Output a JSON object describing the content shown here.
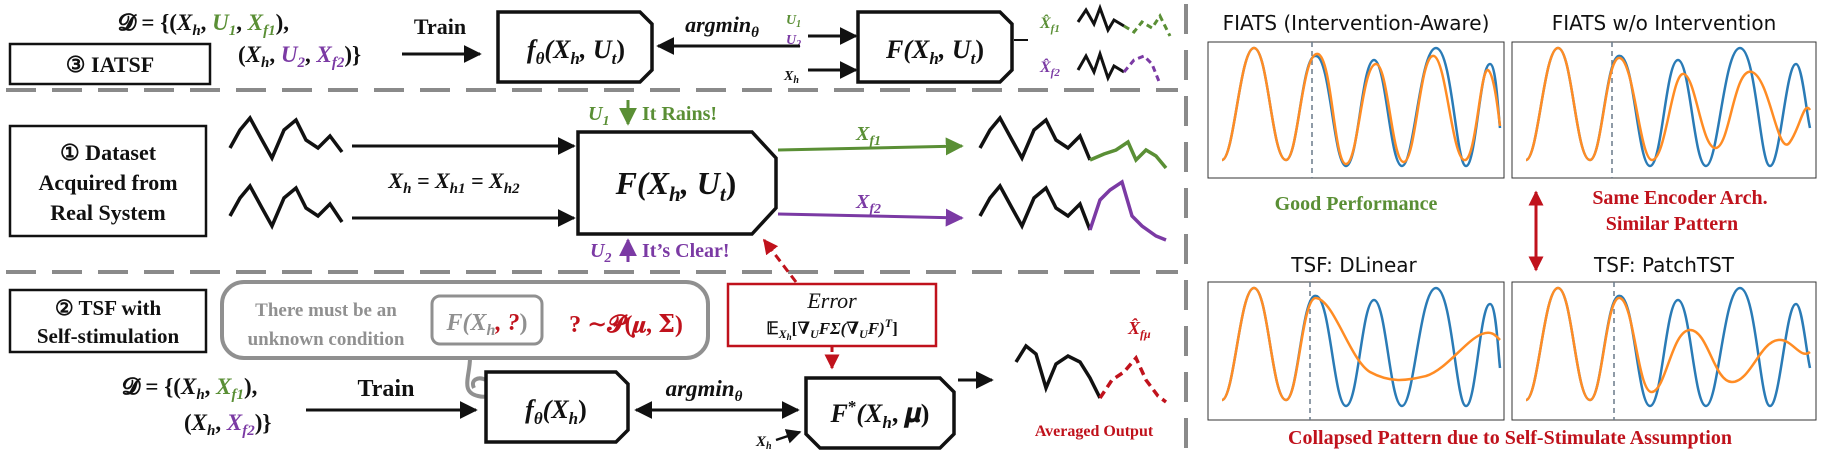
{
  "colors": {
    "green": "#5a8f35",
    "purple": "#7b3aa4",
    "red": "#c0121c",
    "black": "#111111",
    "blue": "#2a7bb6",
    "orange": "#ff8c24",
    "dash_gray": "#8a8a8a",
    "bubble_gray": "#909090"
  },
  "iatsf": {
    "label": "③ IATSF",
    "dataset_prefix": "𝓓 = {(",
    "xh": "X",
    "xh_sub": "h",
    "u1": "U",
    "u1_sub": "1",
    "u2": "U",
    "u2_sub": "2",
    "xf1": "X",
    "xf1_sub": "f1",
    "xf2": "X",
    "xf2_sub": "f2",
    "train": "Train",
    "model": "f",
    "model_sub": "θ",
    "model_args": "(X",
    "model_args_sub": "h",
    "model_args_tail": ", U",
    "model_args_tail_sub": "t",
    "model_close": ")",
    "argmin": "argmin",
    "argmin_sub": "θ",
    "out_model": "F(X",
    "out_model_sub": "h",
    "out_model_tail": ", U",
    "out_model_tail_sub": "t",
    "out_model_close": ")",
    "hat_xf1": "X̂",
    "hat_xf1_sub": "f1",
    "hat_xf2": "X̂",
    "hat_xf2_sub": "f2"
  },
  "dataset": {
    "label_line1": "① Dataset",
    "label_line2": "Acquired from",
    "label_line3": "Real System",
    "equation": "X",
    "equation_sub": "h",
    "equation_mid": " = X",
    "equation_mid_sub": "h1",
    "equation_mid2": " = X",
    "equation_mid2_sub": "h2",
    "box": "F(X",
    "box_sub": "h",
    "box_tail": ", U",
    "box_tail_sub": "t",
    "box_close": ")",
    "u1_label": "U",
    "u1_sub": "1",
    "rains": "It Rains!",
    "u2_label": "U",
    "u2_sub": "2",
    "clear": "It’s Clear!",
    "xf1": "X",
    "xf1_sub": "f1",
    "xf2": "X",
    "xf2_sub": "f2"
  },
  "tsf": {
    "label_line1": "② TSF with",
    "label_line2": "Self-stimulation",
    "bubble_line1": "There must be an",
    "bubble_line2": "unknown condition",
    "bubble_model": "F(X",
    "bubble_model_sub": "h",
    "bubble_model_q": ", ?",
    "bubble_model_close": ")",
    "prior": "? ∼𝓟(𝝁, 𝚺)",
    "error_title": "Error",
    "error_formula": "𝔼",
    "error_formula_sub": "X",
    "error_formula_subsub": "h",
    "error_formula_tail": "[∇",
    "error_formula_U": "U",
    "error_formula_mid": "FΣ(∇",
    "error_formula_U2": "U",
    "error_formula_end": "F)",
    "error_formula_T": "T",
    "error_formula_close": "]",
    "dataset_prefix": "𝓓 = {(",
    "xh": "X",
    "xh_sub": "h",
    "xf1": "X",
    "xf1_sub": "f1",
    "xf2": "X",
    "xf2_sub": "f2",
    "train": "Train",
    "model": "f",
    "model_sub": "θ",
    "model_args": "(X",
    "model_args_sub": "h",
    "model_close": ")",
    "argmin": "argmin",
    "argmin_sub": "θ",
    "star_model": "F",
    "star_model_sup": "*",
    "star_model_args": "(X",
    "star_model_args_sub": "h",
    "star_model_tail": ", 𝝁)",
    "hat_xfmu": "X̂",
    "hat_xfmu_sub": "fμ",
    "averaged": "Averaged Output"
  },
  "panels": {
    "top_left_title": "FIATS (Intervention-Aware)",
    "top_right_title": "FIATS w/o Intervention",
    "bottom_left_title": "TSF: DLinear",
    "bottom_right_title": "TSF: PatchTST",
    "good": "Good Performance",
    "same_line1": "Same Encoder Arch.",
    "same_line2": "Similar Pattern",
    "collapsed": "Collapsed Pattern due to Self-Stimulate Assumption"
  }
}
